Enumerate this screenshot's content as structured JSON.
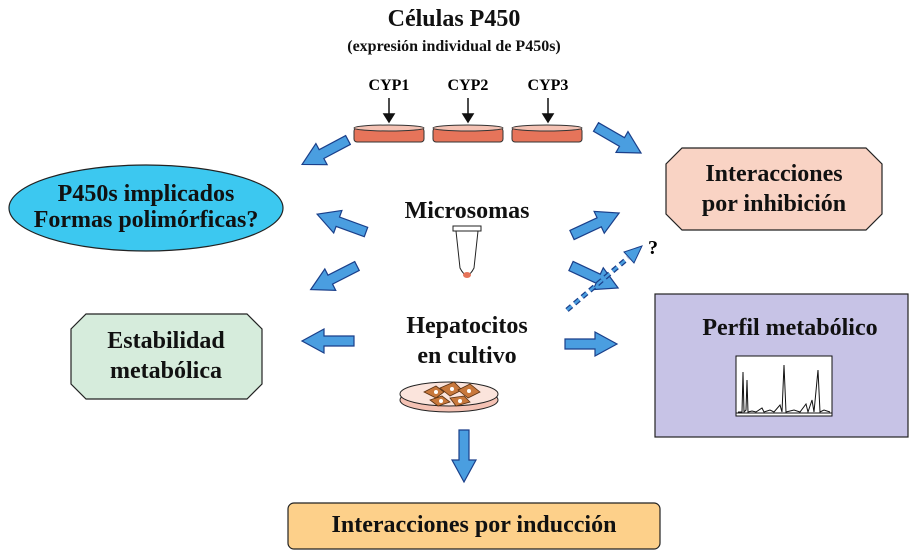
{
  "title": "Células P450",
  "subtitle": "(expresión individual de P450s)",
  "cyp_labels": [
    "CYP1",
    "CYP2",
    "CYP3"
  ],
  "nodes": {
    "p450_implicados": {
      "line1": "P450s implicados",
      "line2": "Formas polimórficas?",
      "fill": "#3cc8f0"
    },
    "interacciones_inhibicion": {
      "line1": "Interacciones",
      "line2": "por inhibición",
      "fill": "#f9d3c4"
    },
    "microsomas": {
      "label": "Microsomas"
    },
    "estabilidad": {
      "line1": "Estabilidad",
      "line2": "metabólica",
      "fill": "#d6ecdc"
    },
    "hepatocitos": {
      "line1": "Hepatocitos",
      "line2": "en cultivo"
    },
    "perfil": {
      "label": "Perfil metabólico",
      "fill": "#c7c3e6"
    },
    "induccion": {
      "label": "Interacciones por inducción",
      "fill": "#fdd08a"
    }
  },
  "question_mark": "?",
  "colors": {
    "arrow": "#4a9ee0",
    "arrow_stroke": "#1a3f8a",
    "dish_fill": "#e6745a",
    "cells": "#c8783c"
  }
}
